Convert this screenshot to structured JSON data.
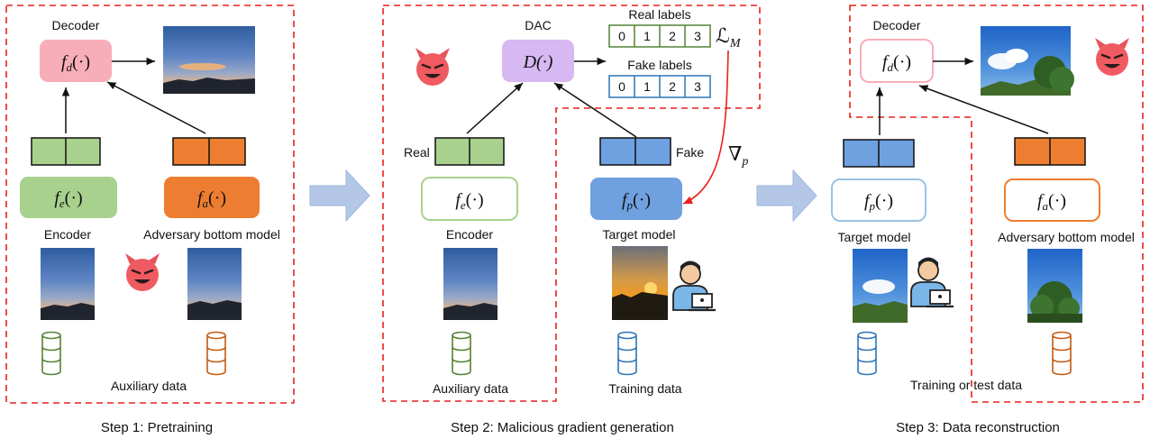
{
  "step1": {
    "caption": "Step 1: Pretraining",
    "decoder_label": "Decoder",
    "decoder_fn_main": "f",
    "decoder_fn_sub": "d",
    "decoder_fn_args": "(·)",
    "encoder_label": "Encoder",
    "encoder_fn_main": "f",
    "encoder_fn_sub": "e",
    "encoder_fn_args": "(·)",
    "adversary_label": "Adversary bottom model",
    "adversary_fn_main": "f",
    "adversary_fn_sub": "a",
    "adversary_fn_args": "(·)",
    "data_label": "Auxiliary data"
  },
  "step2": {
    "caption": "Step 2: Malicious gradient generation",
    "dac_label": "DAC",
    "dac_fn": "D(·)",
    "real_labels_title": "Real labels",
    "fake_labels_title": "Fake labels",
    "real_label_values": [
      "0",
      "1",
      "2",
      "3"
    ],
    "fake_label_values": [
      "0",
      "1",
      "2",
      "3"
    ],
    "loss_symbol": "ℒ",
    "loss_sub": "M",
    "grad_symbol": "∇",
    "grad_sub": "p",
    "real_tag": "Real",
    "fake_tag": "Fake",
    "encoder_label": "Encoder",
    "encoder_fn_main": "f",
    "encoder_fn_sub": "e",
    "encoder_fn_args": "(·)",
    "target_label": "Target model",
    "target_fn_main": "f",
    "target_fn_sub": "p",
    "target_fn_args": "(·)",
    "aux_data_label": "Auxiliary data",
    "training_data_label": "Training data"
  },
  "step3": {
    "caption": "Step 3: Data reconstruction",
    "decoder_label": "Decoder",
    "decoder_fn_main": "f",
    "decoder_fn_sub": "d",
    "decoder_fn_args": "(·)",
    "target_label": "Target model",
    "target_fn_main": "f",
    "target_fn_sub": "p",
    "target_fn_args": "(·)",
    "adversary_label": "Adversary bottom model",
    "adversary_fn_main": "f",
    "adversary_fn_sub": "a",
    "adversary_fn_args": "(·)",
    "data_label": "Training or test data"
  },
  "colors": {
    "frame_red": "#e8211d",
    "decoder_pink": "#f8aeb9",
    "encoder_green": "#a9d18e",
    "encoder_green_stroke": "#8fc270",
    "adversary_orange": "#ed7d31",
    "target_blue": "#6fa0e0",
    "dac_purple": "#d7b8f2",
    "step_arrow_fill": "#b4c7e7",
    "db_green": "#548235",
    "db_orange": "#c55a11",
    "db_blue": "#2e75b6"
  }
}
